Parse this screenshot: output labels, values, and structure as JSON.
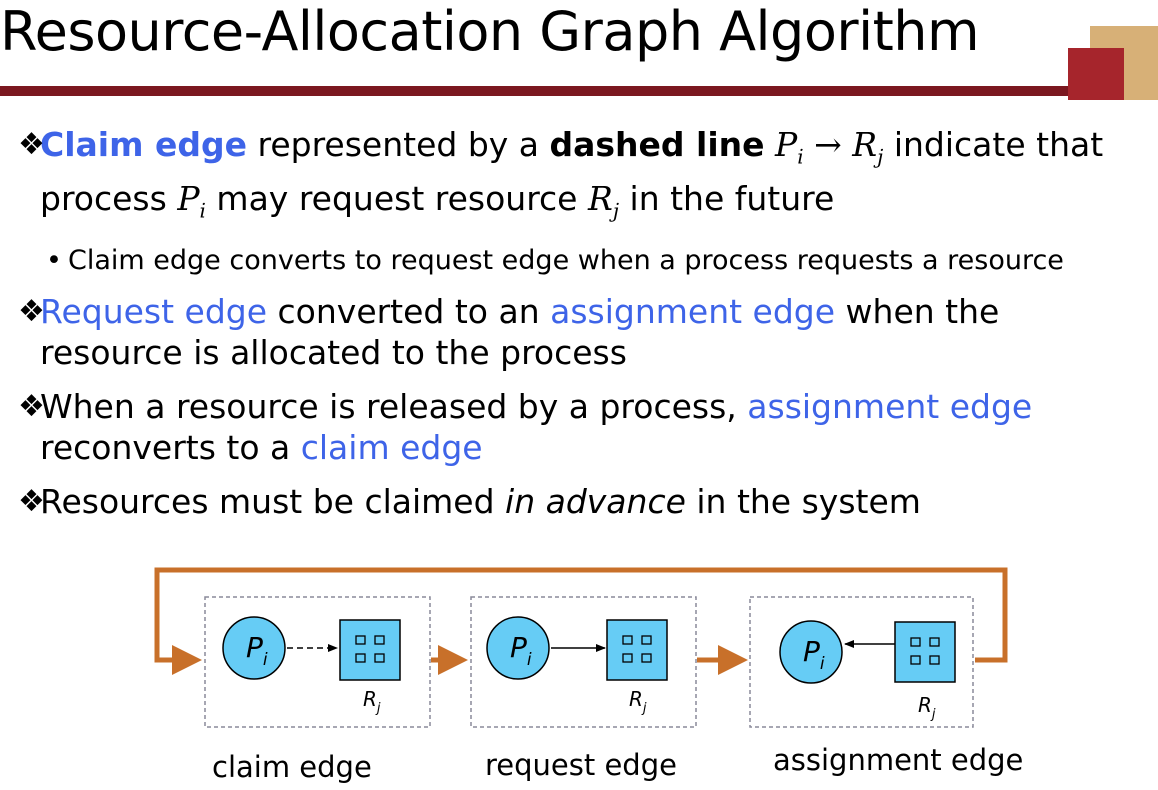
{
  "slide": {
    "title": "Resource-Allocation Graph Algorithm",
    "bullets": {
      "b1": {
        "term": "Claim edge",
        "t1": " represented by a ",
        "bold": "dashed line",
        "p": "P",
        "i": "i",
        "arrow": " → ",
        "r": "R",
        "j": "j",
        "t2": " indicate that process ",
        "t3": " may request resource ",
        "t4": " in the future",
        "sub": "Claim edge converts to request edge when a process requests a resource"
      },
      "b2": {
        "term1": "Request edge",
        "t1": " converted to an ",
        "term2": "assignment edge",
        "t2": " when the resource is allocated to the process"
      },
      "b3": {
        "t1": "When a resource is released by a process, ",
        "term1": "assignment edge",
        "t2": " reconverts to a ",
        "term2": "claim edge"
      },
      "b4": {
        "t1": "Resources must be claimed ",
        "it": "in advance",
        "t2": " in the system"
      }
    }
  },
  "diagram": {
    "process_label": "P",
    "process_sub": "i",
    "resource_label": "R",
    "resource_sub": "j",
    "captions": [
      "claim edge",
      "request edge",
      "assignment edge"
    ],
    "colors": {
      "node_fill": "#66ccf5",
      "cycle_arrow": "#c8702a",
      "dashed_box": "#8a8a9a"
    }
  }
}
